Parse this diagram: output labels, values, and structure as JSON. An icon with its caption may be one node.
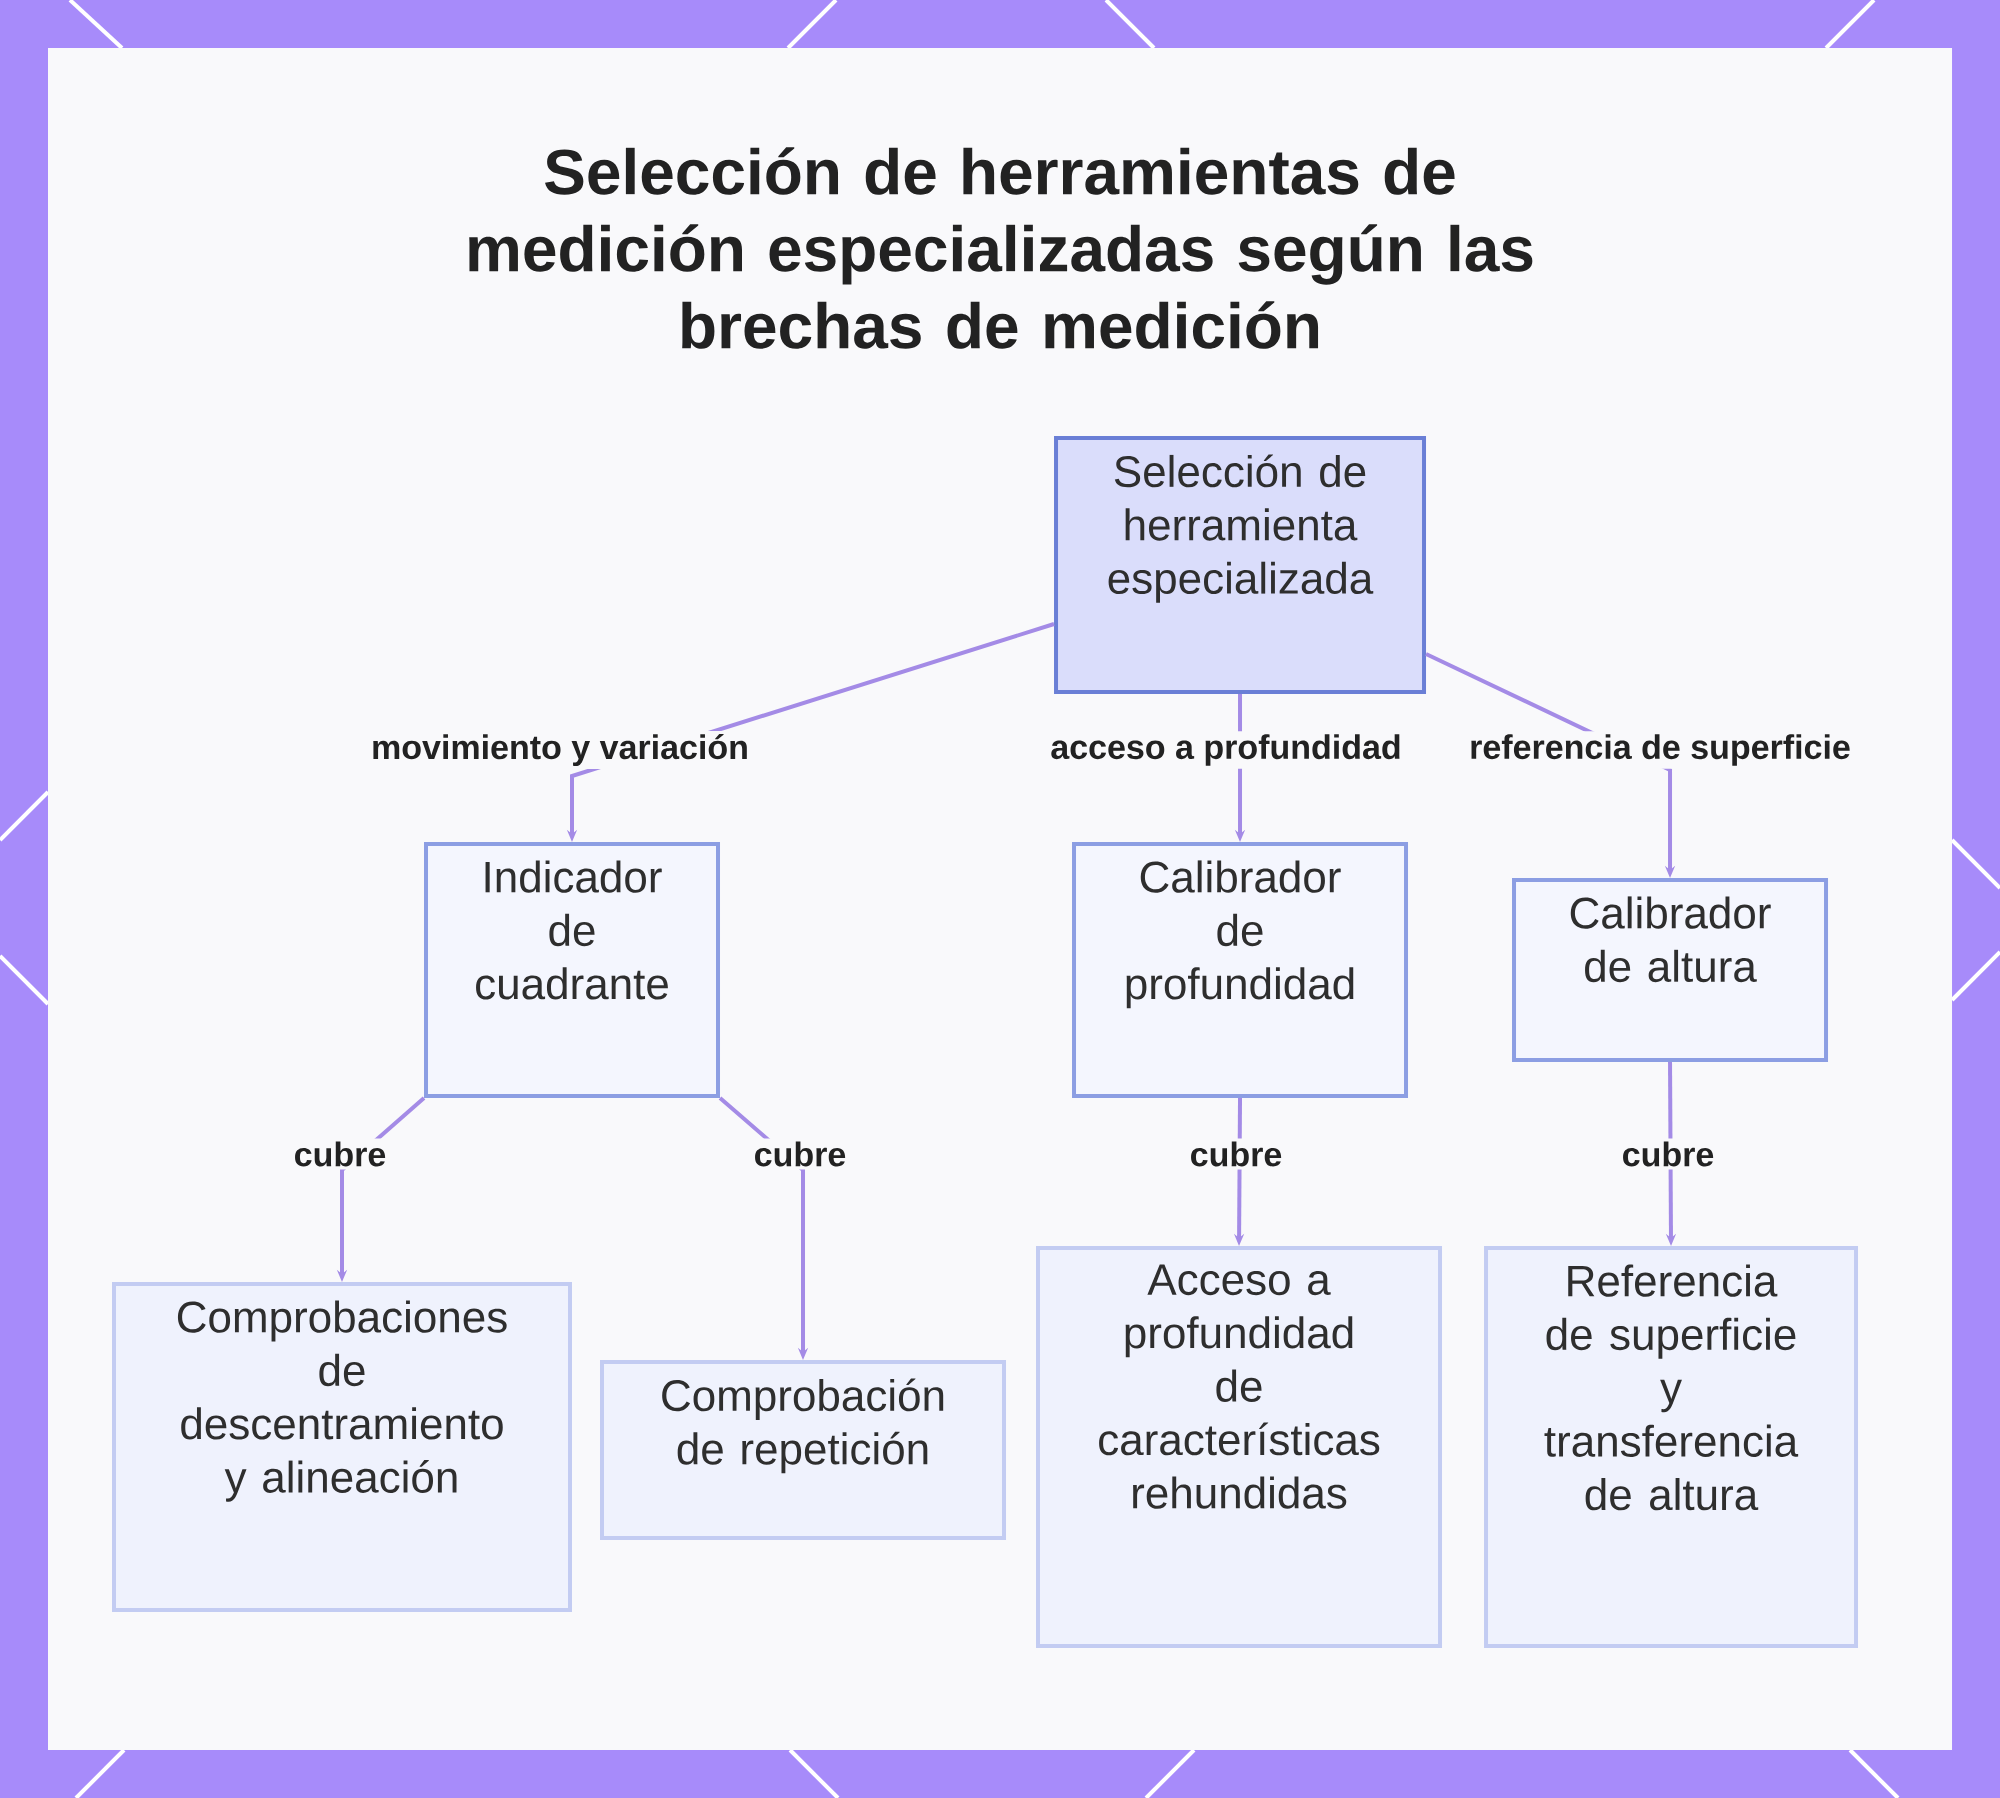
{
  "diagram": {
    "title": "Selección de herramientas de medición especializadas según las brechas de medición",
    "nodes": [
      {
        "text": [
          "Selección de herramienta especializada"
        ]
      },
      {
        "text": [
          "Indicador de cuadrante"
        ]
      },
      {
        "text": [
          "Calibrador de profundidad"
        ]
      },
      {
        "text": [
          "Calibrador de altura"
        ]
      },
      {
        "text": [
          "Comprobaciones de descentramiento y alineación"
        ]
      },
      {
        "text": [
          "Comprobación de repetición"
        ]
      },
      {
        "text": [
          "Acceso a profundidad de características rehundidas"
        ]
      },
      {
        "text": [
          "Referencia de superficie y transferencia de altura"
        ]
      }
    ],
    "edges": [
      {
        "from": 0,
        "to": 1,
        "arrow": "to",
        "label": "movimiento y variación"
      },
      {
        "from": 0,
        "to": 2,
        "arrow": "to",
        "label": "acceso a profundidad"
      },
      {
        "from": 0,
        "to": 3,
        "arrow": "to",
        "label": "referencia de superficie"
      },
      {
        "from": 1,
        "to": 4,
        "arrow": "to",
        "label": "cubre"
      },
      {
        "from": 1,
        "to": 5,
        "arrow": "to",
        "label": "cubre"
      },
      {
        "from": 2,
        "to": 6,
        "arrow": "to",
        "label": "cubre"
      },
      {
        "from": 3,
        "to": 7,
        "arrow": "to",
        "label": "cubre"
      }
    ]
  }
}
